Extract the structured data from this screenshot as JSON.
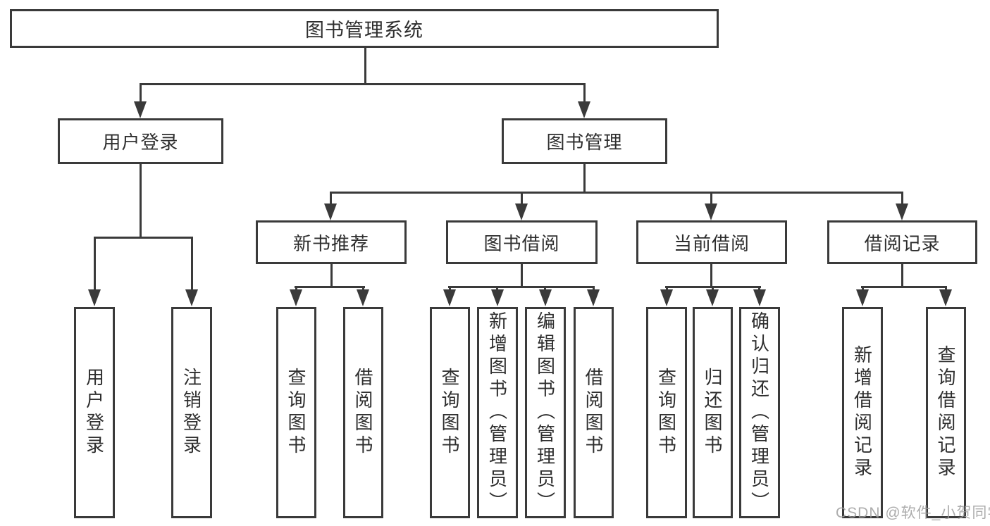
{
  "tree": {
    "root": {
      "label": "图书管理系统",
      "children": [
        {
          "label": "用户登录",
          "children": [
            {
              "label": "用户登录"
            },
            {
              "label": "注销登录"
            }
          ]
        },
        {
          "label": "图书管理",
          "children": [
            {
              "label": "新书推荐",
              "children": [
                {
                  "label": "查询图书"
                },
                {
                  "label": "借阅图书"
                }
              ]
            },
            {
              "label": "图书借阅",
              "children": [
                {
                  "label": "查询图书"
                },
                {
                  "label": "新增图书（管理员）"
                },
                {
                  "label": "编辑图书（管理员）"
                },
                {
                  "label": "借阅图书"
                }
              ]
            },
            {
              "label": "当前借阅",
              "children": [
                {
                  "label": "查询图书"
                },
                {
                  "label": "归还图书"
                },
                {
                  "label": "确认归还（管理员）"
                }
              ]
            },
            {
              "label": "借阅记录",
              "children": [
                {
                  "label": "新增借阅记录"
                },
                {
                  "label": "查询借阅记录"
                }
              ]
            }
          ]
        }
      ]
    }
  },
  "watermark": {
    "text": "CSDN @软件_小贺同学"
  },
  "colors": {
    "line": "#3a3a3a",
    "text": "#2e2e2e",
    "watermark": "#9e9e9e",
    "bg": "#ffffff"
  }
}
